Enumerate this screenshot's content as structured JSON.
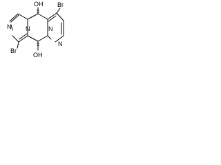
{
  "molecule": {
    "atom_labels": {
      "oh_top": "OH",
      "oh_bottom": "OH",
      "br_top_right": "Br",
      "br_bottom_left": "Br",
      "n_top_left": "N",
      "n_middle_left": "N",
      "n_middle_right": "N",
      "n_bottom_right": "N"
    },
    "colors": {
      "bond": "#000000",
      "label": "#000000",
      "background": "#ffffff"
    }
  }
}
